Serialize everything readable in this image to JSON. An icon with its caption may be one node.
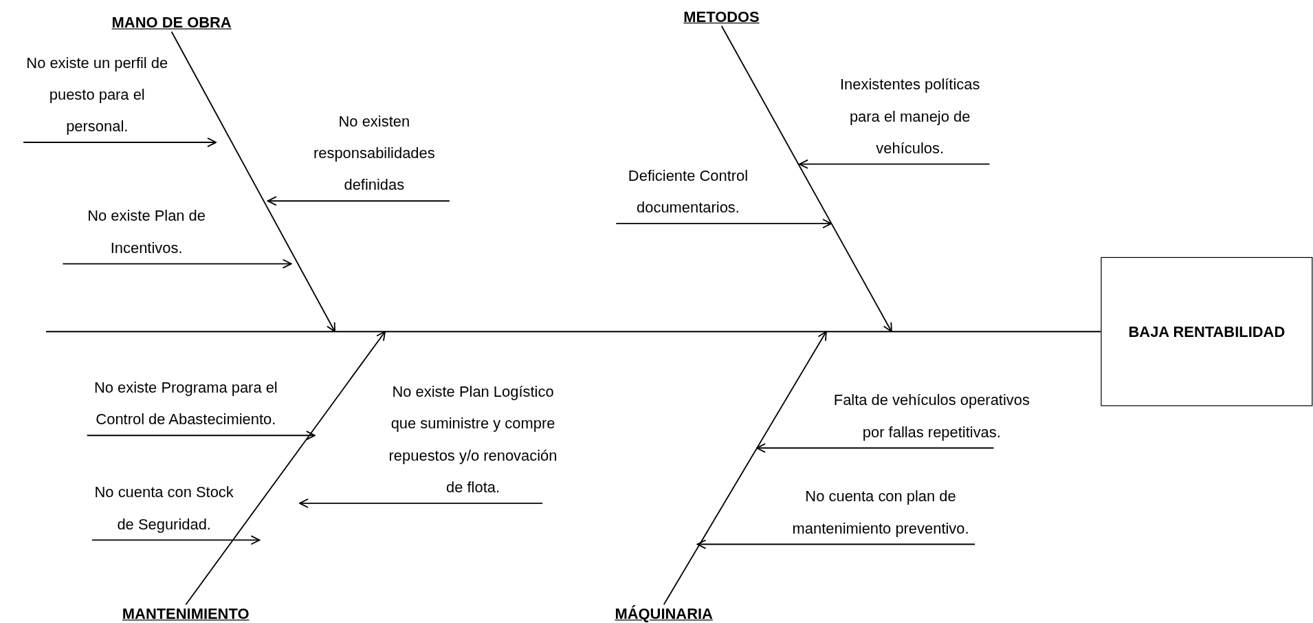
{
  "diagram": {
    "nodes": [
      {
        "text": [
          "MANO DE OBRA"
        ]
      },
      {
        "text": [
          "METODOS"
        ]
      },
      {
        "text": [
          "No existe un perfil de puesto para el personal."
        ]
      },
      {
        "text": [
          "No existen responsabilidades definidas"
        ]
      },
      {
        "text": [
          "Inexistentes políticas para el manejo de vehículos."
        ]
      },
      {
        "text": [
          "Deficiente Control documentarios."
        ]
      },
      {
        "text": [
          "No existe Plan de Incentivos."
        ]
      },
      {
        "text": [
          "BAJA RENTABILIDAD"
        ]
      },
      {
        "text": [
          "No existe Programa para el Control de Abastecimiento."
        ]
      },
      {
        "text": [
          "No existe Plan Logístico que suministre y compre repuestos y/o renovación de flota."
        ]
      },
      {
        "text": [
          "Falta de vehículos operativos por fallas repetitivas."
        ]
      },
      {
        "text": [
          "No cuenta con Stock de Seguridad."
        ]
      },
      {
        "text": [
          "No cuenta con plan de mantenimiento preventivo."
        ]
      },
      {
        "text": [
          "MANTENIMIENTO"
        ]
      },
      {
        "text": [
          "MÁQUINARIA"
        ]
      }
    ],
    "edges": [
      {
        "from": 0,
        "to": null,
        "arrow": "to"
      },
      {
        "from": 1,
        "to": null,
        "arrow": "to"
      },
      {
        "from": 13,
        "to": null,
        "arrow": "to"
      },
      {
        "from": 14,
        "to": null,
        "arrow": "to"
      },
      {
        "from": null,
        "to": 7,
        "arrow": "none"
      },
      {
        "from": 2,
        "to": null,
        "arrow": "to"
      },
      {
        "from": 3,
        "to": null,
        "arrow": "to"
      },
      {
        "from": 4,
        "to": null,
        "arrow": "to"
      },
      {
        "from": 5,
        "to": null,
        "arrow": "to"
      },
      {
        "from": 6,
        "to": null,
        "arrow": "to"
      },
      {
        "from": 8,
        "to": null,
        "arrow": "to"
      },
      {
        "from": 9,
        "to": null,
        "arrow": "to"
      },
      {
        "from": 10,
        "to": null,
        "arrow": "to"
      },
      {
        "from": 11,
        "to": null,
        "arrow": "to"
      },
      {
        "from": 12,
        "to": null,
        "arrow": "to"
      }
    ]
  }
}
